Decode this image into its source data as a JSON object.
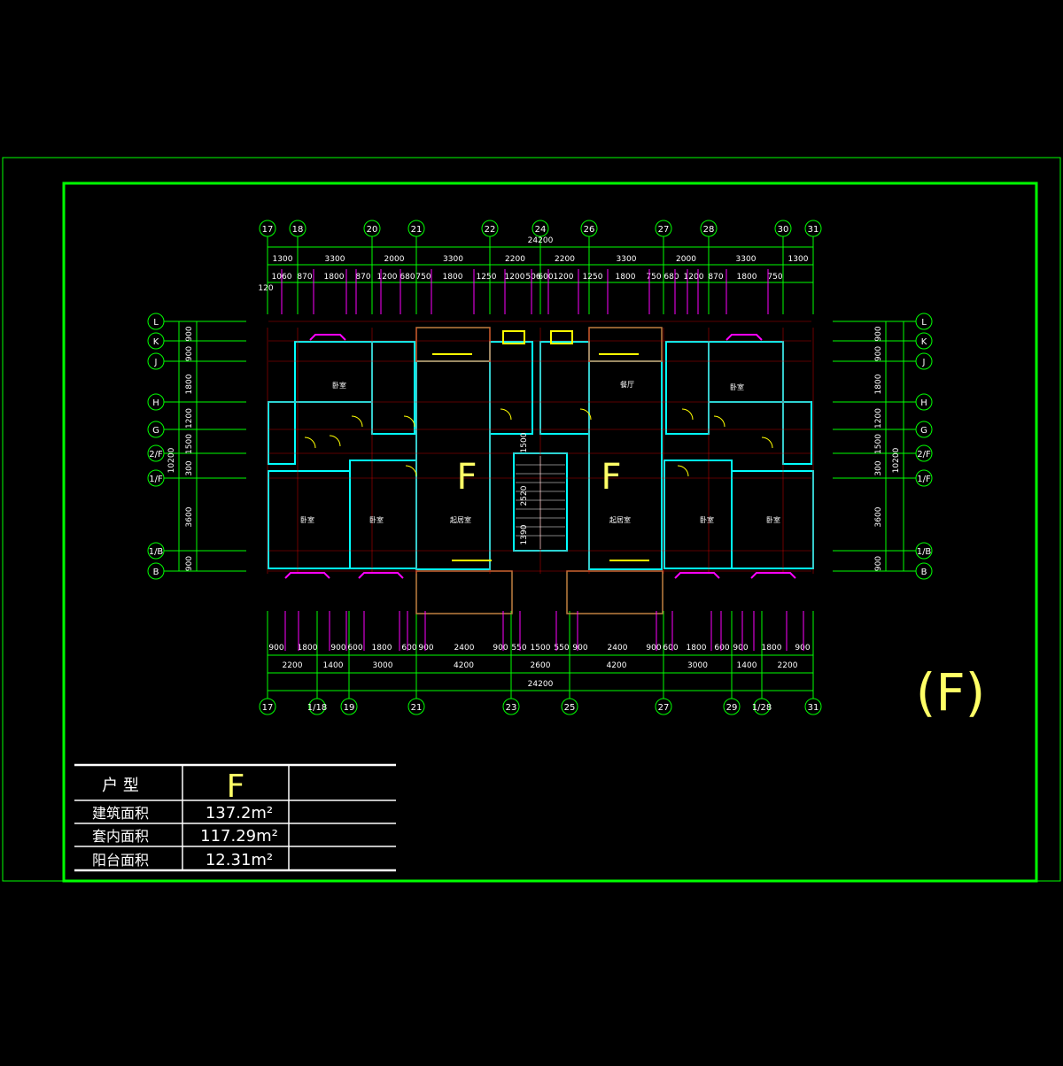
{
  "drawing": {
    "unit_letters": [
      "F",
      "F"
    ],
    "plan_label": "(F)",
    "total_width_top": "24200",
    "total_width_bottom": "24200",
    "top_axes": [
      "17",
      "18",
      "20",
      "21",
      "22",
      "24",
      "26",
      "27",
      "28",
      "30",
      "31"
    ],
    "bottom_axes": [
      "17",
      "1/18",
      "19",
      "21",
      "23",
      "25",
      "27",
      "29",
      "1/28",
      "31"
    ],
    "left_axes": [
      "L",
      "K",
      "J",
      "H",
      "G",
      "2/F",
      "1/F",
      "1/B",
      "B"
    ],
    "right_axes": [
      "L",
      "K",
      "J",
      "H",
      "G",
      "2/F",
      "1/F",
      "1/B",
      "B"
    ],
    "top_dims_row1": [
      "1300",
      "3300",
      "2000",
      "3300",
      "2200",
      "2200",
      "3300",
      "2000",
      "3300",
      "1300"
    ],
    "top_dims_row2": [
      "120",
      "1060",
      "870",
      "1800",
      "870",
      "1200",
      "680",
      "750",
      "1800",
      "1250",
      "1200",
      "506",
      "600",
      "1200",
      "1250",
      "1800",
      "750",
      "680",
      "1200",
      "870",
      "1800",
      "750"
    ],
    "bottom_dims_row1": [
      "900",
      "1800",
      "900",
      "600",
      "1800",
      "600",
      "900",
      "2400",
      "900",
      "550",
      "1500",
      "550",
      "900",
      "2400",
      "900",
      "600",
      "1800",
      "600",
      "900",
      "1800",
      "900"
    ],
    "bottom_dims_row2": [
      "2200",
      "1400",
      "3000",
      "4200",
      "2600",
      "4200",
      "3000",
      "1400",
      "2200"
    ],
    "left_dims": [
      "900",
      "900",
      "1800",
      "1200",
      "1500",
      "300",
      "3600",
      "900"
    ],
    "left_total": "10200",
    "right_dims": [
      "900",
      "900",
      "1800",
      "1200",
      "1500",
      "300",
      "3600",
      "900"
    ],
    "right_total": "10200",
    "stair_dims": [
      "1500",
      "2520",
      "1390"
    ],
    "rooms": {
      "bedroom": "卧室",
      "living": "起居室",
      "dining": "餐厅"
    }
  },
  "table": {
    "rows": [
      {
        "label": "户  型",
        "value": "F"
      },
      {
        "label": "建筑面积",
        "value": "137.2m²"
      },
      {
        "label": "套内面积",
        "value": "117.29m²"
      },
      {
        "label": "阳台面积",
        "value": "12.31m²"
      }
    ]
  },
  "colors": {
    "background": "#000000",
    "frame": "#00ff00",
    "axis": "#00ff00",
    "wall": "#00ffff",
    "axis_line": "#ff0000",
    "window": "#ff00ff",
    "door": "#ffff00",
    "dim_text": "#ffffff",
    "balcony": "#c08040"
  }
}
